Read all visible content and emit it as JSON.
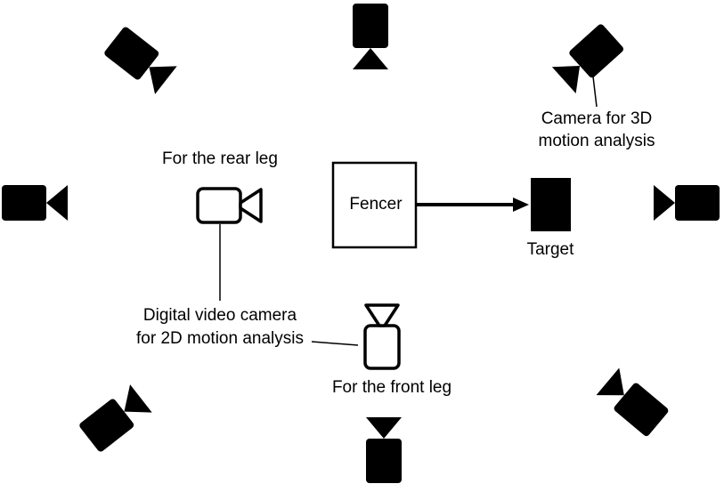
{
  "labels": {
    "rear_leg": "For the rear leg",
    "front_leg": "For the front leg",
    "fencer": "Fencer",
    "target": "Target",
    "camera_3d": [
      "Camera for 3D",
      "motion analysis"
    ],
    "camera_2d": [
      "Digital video camera",
      "for 2D motion analysis"
    ]
  },
  "icons": {
    "camera_3d": "motion-capture-camera-icon",
    "camera_2d": "digital-video-camera-icon",
    "fencer": "fencer-box",
    "target": "target-block",
    "arrow": "direction-arrow"
  },
  "colors": {
    "ink": "#000000",
    "background": "#ffffff"
  }
}
